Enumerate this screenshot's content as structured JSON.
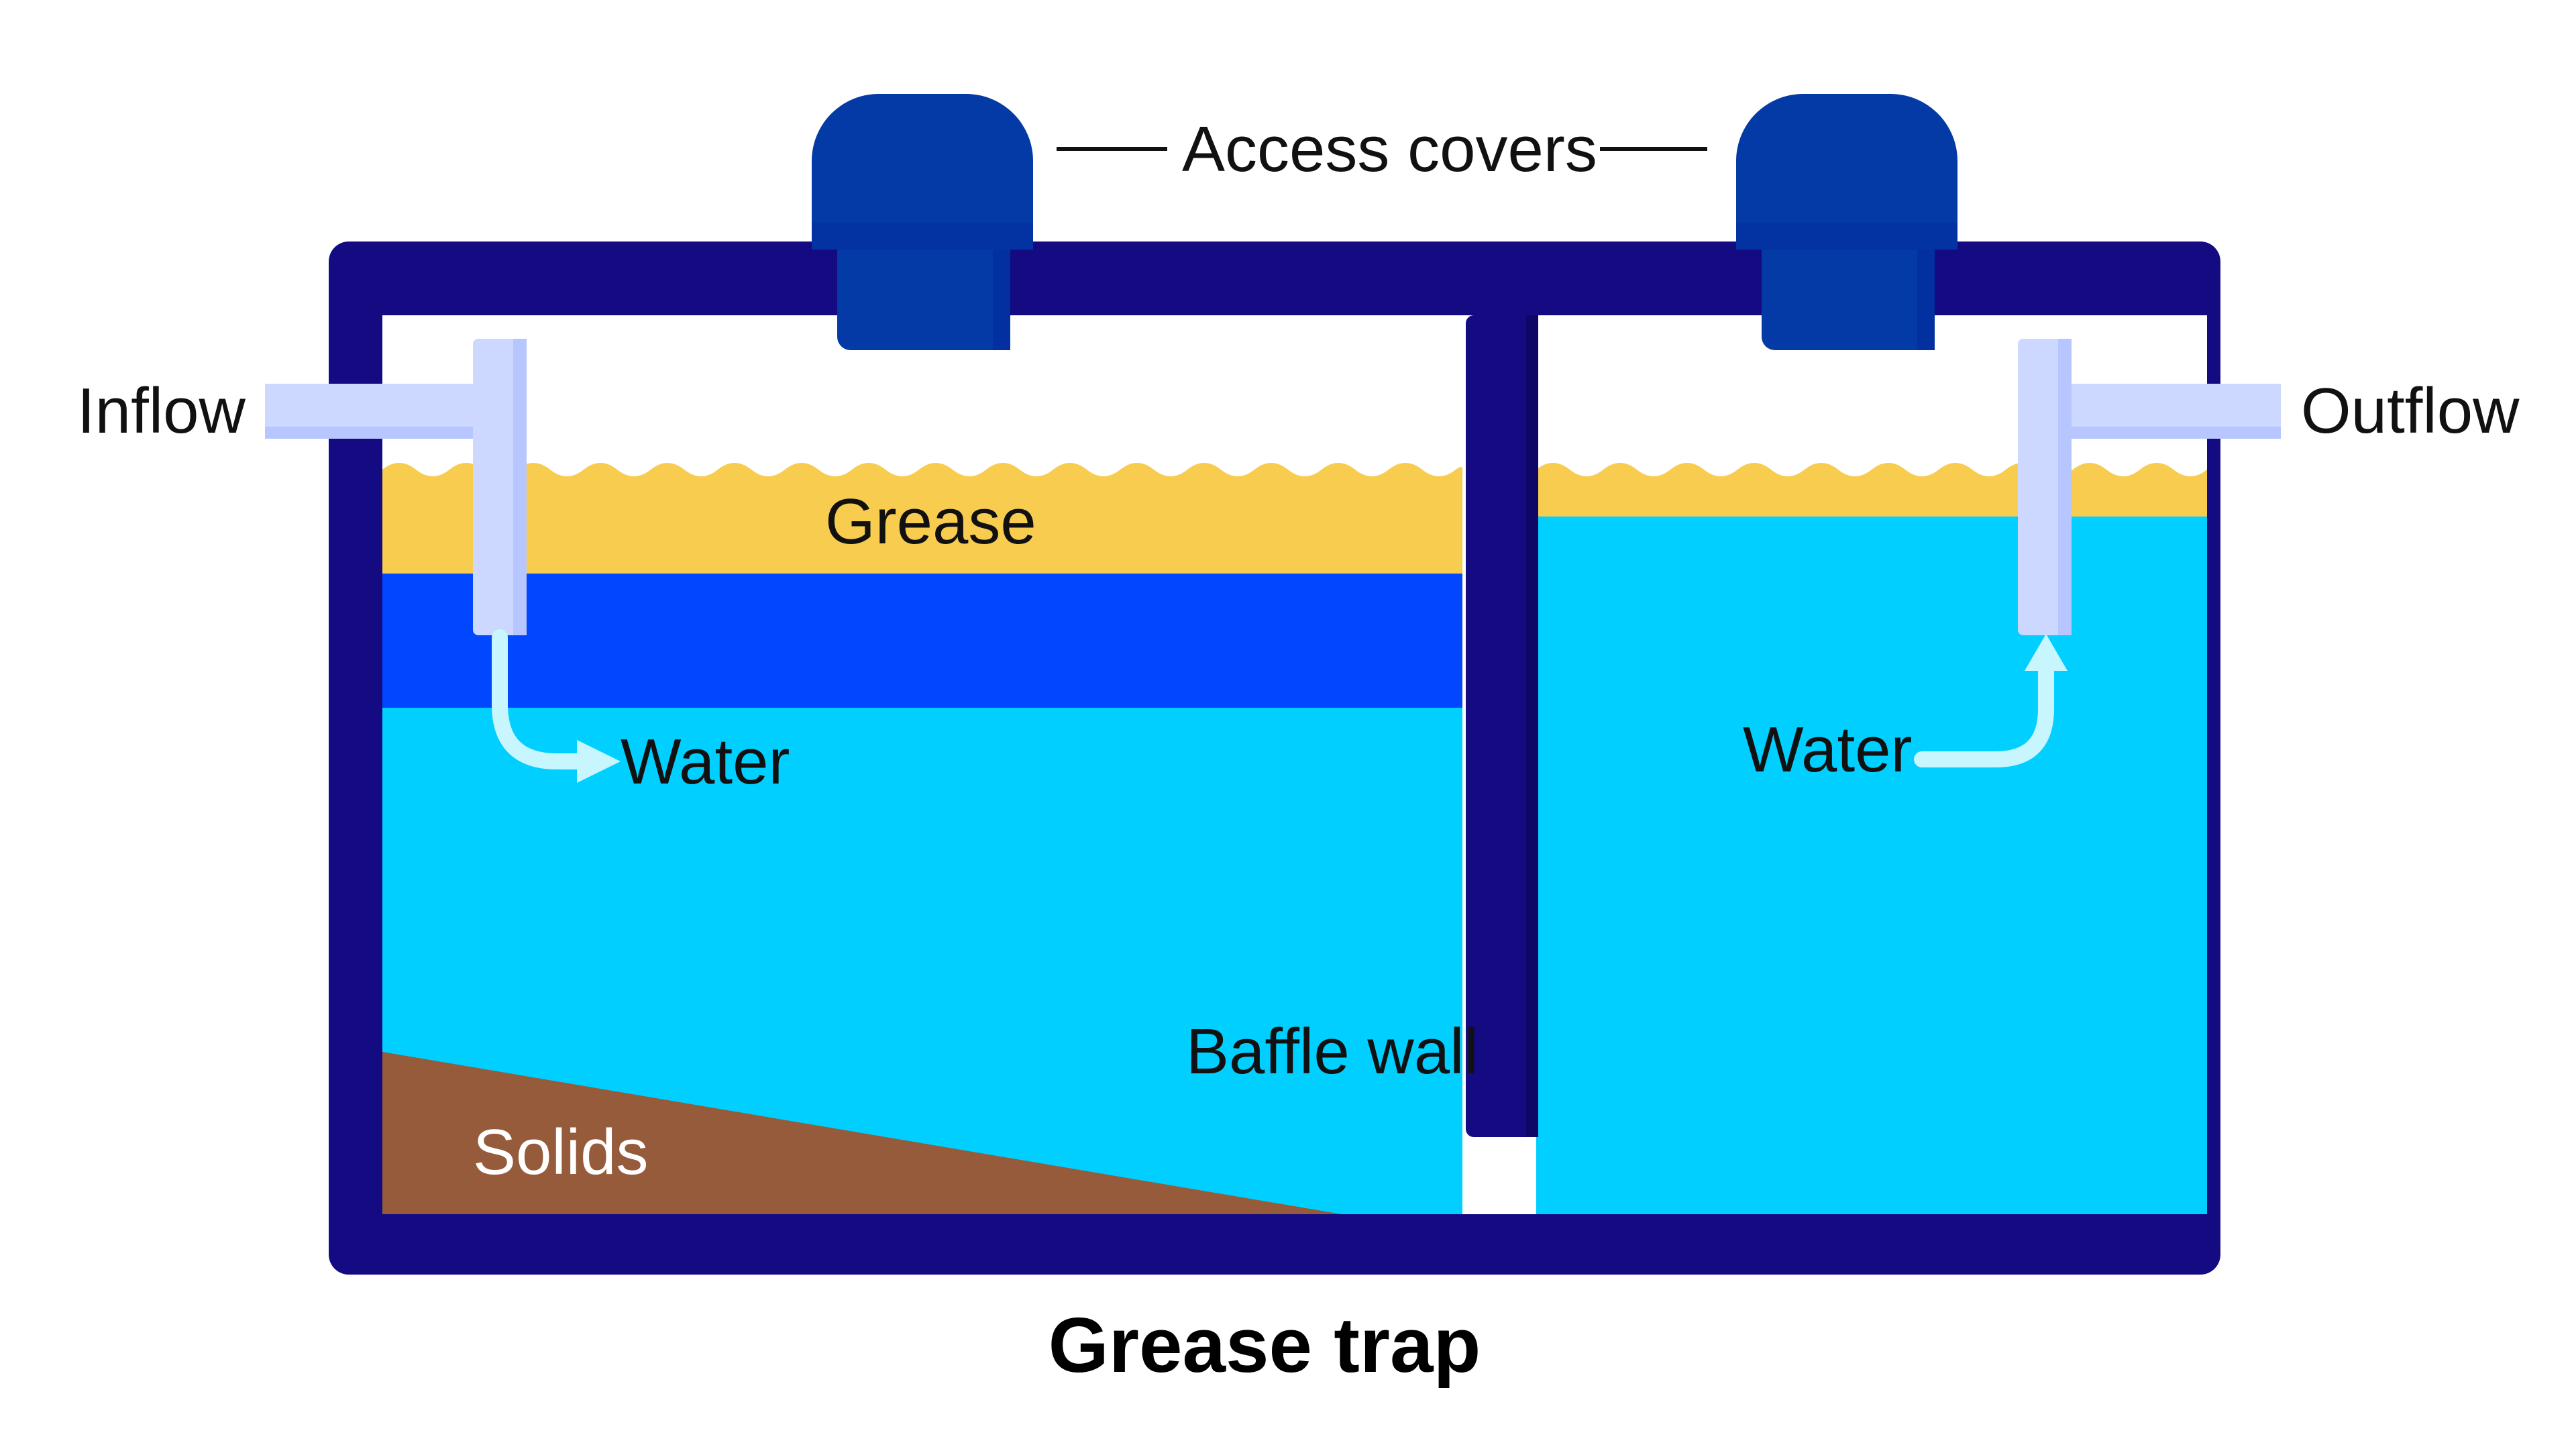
{
  "title": "Grease trap",
  "labels": {
    "access_covers": "Access covers",
    "inflow": "Inflow",
    "outflow": "Outflow",
    "grease": "Grease",
    "water_left": "Water",
    "water_right": "Water",
    "baffle_wall": "Baffle wall",
    "solids": "Solids"
  },
  "colors": {
    "tank_wall": "#140a82",
    "grease": "#f8cd4f",
    "water": "#00cfff",
    "deep_water": "#0047ff",
    "solids": "#955b3a",
    "cover": "#043aa5",
    "cover_dark": "#0330a0",
    "pipe": "#ccd8ff",
    "pipe_shade": "#b7c6ff",
    "arrow": "#c8f6ff",
    "baffle": "#140a82"
  }
}
